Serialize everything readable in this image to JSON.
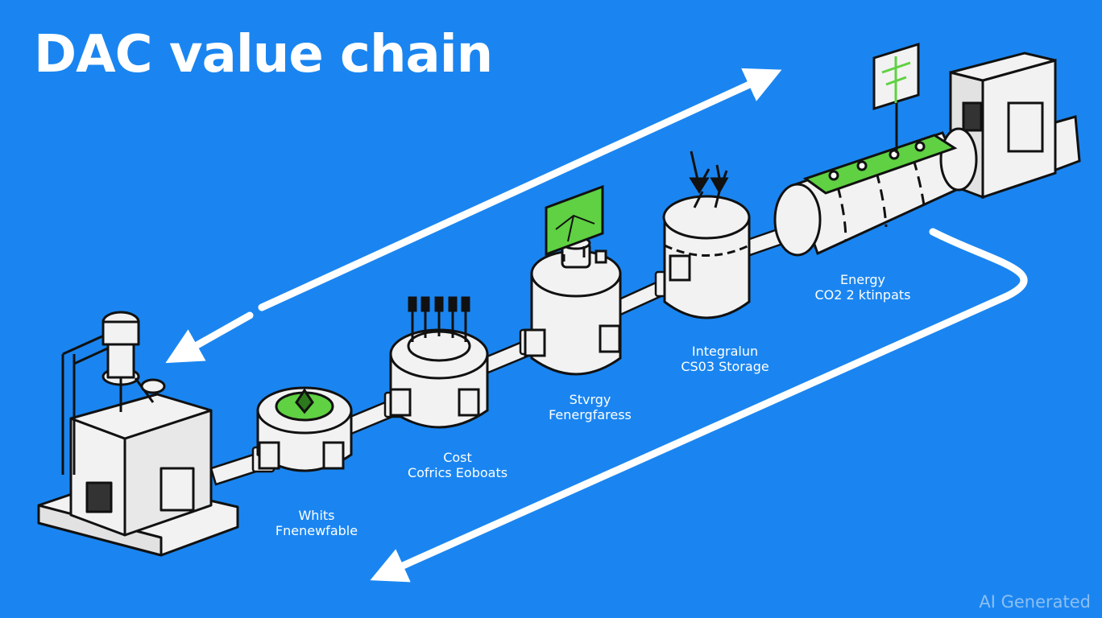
{
  "title": "DAC value chain",
  "labels": {
    "stage1": [
      "Whits",
      "Fnenewfable"
    ],
    "stage2": [
      "Cost",
      "Cofrics Eoboats"
    ],
    "stage3": [
      "Stvrgy",
      "Fenergfaress"
    ],
    "stage4": [
      "Integralun",
      "CS03 Storage"
    ],
    "stage5": [
      "Energy",
      "CO2 2 ktinpats"
    ]
  },
  "watermark": "AI Generated",
  "colors": {
    "background": "#1a85f0",
    "outline": "#111111",
    "body": "#f2f2f2",
    "accent": "#5fd142",
    "text": "#ffffff"
  }
}
